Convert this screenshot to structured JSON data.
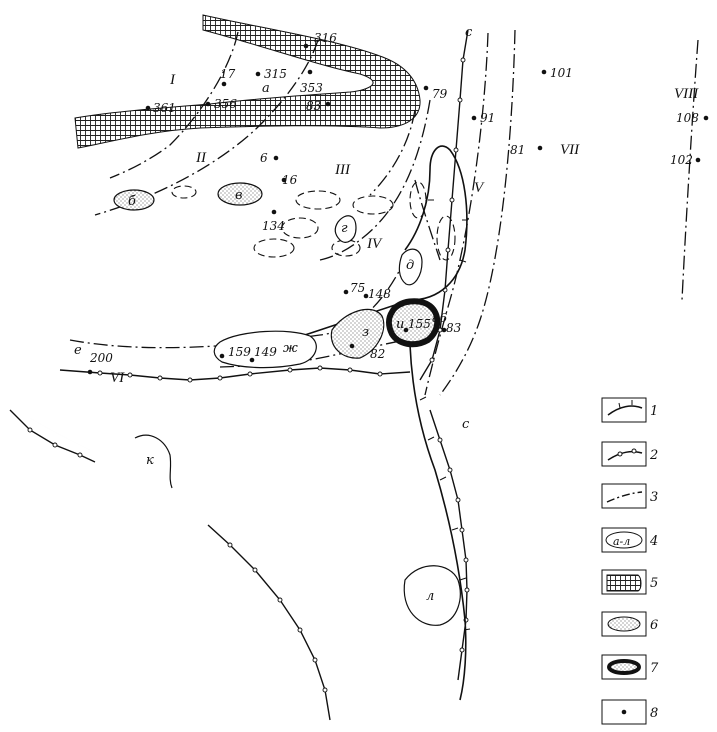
{
  "map": {
    "zones": [
      {
        "label": "I"
      },
      {
        "label": "II"
      },
      {
        "label": "III"
      },
      {
        "label": "IV"
      },
      {
        "label": "V"
      },
      {
        "label": "VI"
      },
      {
        "label": "VII"
      },
      {
        "label": "VIII"
      }
    ],
    "zone_letter_top": "а",
    "areas": [
      {
        "label": "б"
      },
      {
        "label": "в"
      },
      {
        "label": "г"
      },
      {
        "label": "д"
      },
      {
        "label": "е"
      },
      {
        "label": "ж"
      },
      {
        "label": "з"
      },
      {
        "label": "и"
      },
      {
        "label": "к"
      },
      {
        "label": "л"
      }
    ],
    "fault_mark": "с",
    "points": [
      {
        "label": "316"
      },
      {
        "label": "17"
      },
      {
        "label": "315"
      },
      {
        "label": "353"
      },
      {
        "label": "361"
      },
      {
        "label": "356"
      },
      {
        "label": "83"
      },
      {
        "label": "79"
      },
      {
        "label": "101"
      },
      {
        "label": "91"
      },
      {
        "label": "81"
      },
      {
        "label": "108"
      },
      {
        "label": "102"
      },
      {
        "label": "6"
      },
      {
        "label": "16"
      },
      {
        "label": "134"
      },
      {
        "label": "75"
      },
      {
        "label": "148"
      },
      {
        "label": "155"
      },
      {
        "label": "86"
      },
      {
        "label": "83"
      },
      {
        "label": "82"
      },
      {
        "label": "159"
      },
      {
        "label": "149"
      },
      {
        "label": "200"
      }
    ]
  },
  "legend": {
    "items": [
      {
        "number": "1",
        "icon": "hachured-line-icon"
      },
      {
        "number": "2",
        "icon": "circle-dotted-line-icon"
      },
      {
        "number": "3",
        "icon": "dash-dot-line-icon"
      },
      {
        "number": "4",
        "icon": "outlined-area-icon",
        "sample": "а-л"
      },
      {
        "number": "5",
        "icon": "crosshatch-icon"
      },
      {
        "number": "6",
        "icon": "stippled-area-icon"
      },
      {
        "number": "7",
        "icon": "thick-outline-area-icon"
      },
      {
        "number": "8",
        "icon": "point-icon"
      }
    ]
  }
}
